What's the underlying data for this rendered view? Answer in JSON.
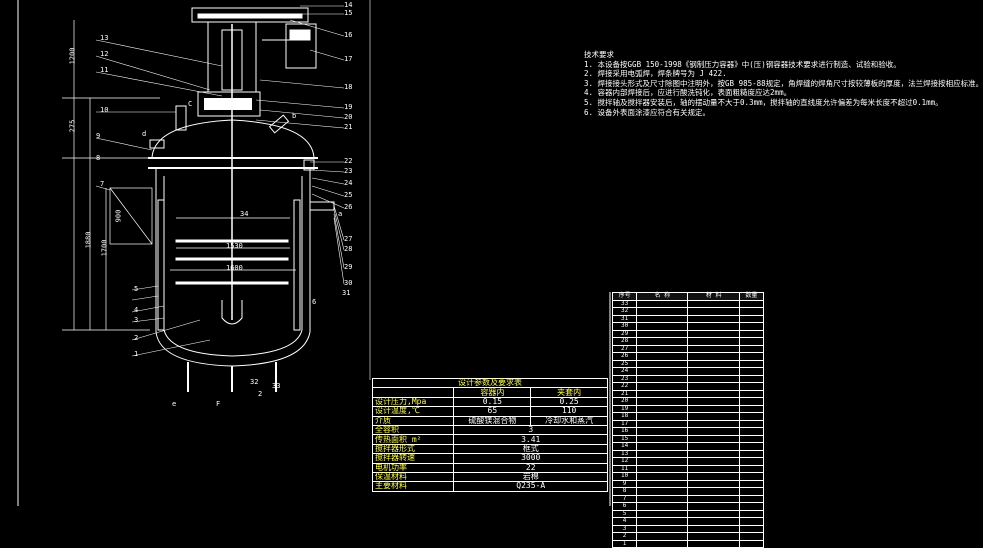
{
  "leaders": [
    "14",
    "15",
    "16",
    "17",
    "18",
    "19",
    "20",
    "21",
    "22",
    "23",
    "24",
    "25",
    "26",
    "27",
    "28",
    "29",
    "30",
    "31",
    "13",
    "12",
    "11",
    "10",
    "9",
    "8",
    "7",
    "6",
    "5",
    "4",
    "3",
    "2",
    "1",
    "32",
    "33"
  ],
  "labels": {
    "dim_1200": "1200",
    "dim_275": "275",
    "dim_1880": "1880",
    "dim_1700": "1700",
    "dim_900": "900",
    "dim_34": "34",
    "dim_1530": "1530",
    "dim_1600": "1600",
    "nozzle_c": "C",
    "nozzle_d": "d",
    "nozzle_b": "b",
    "nozzle_a": "a",
    "nozzle_e": "e",
    "nozzle_f": "F",
    "nozzle_2": "2"
  },
  "notes": {
    "title": "技术要求",
    "lines": [
      "1. 本设备按GGB 150-1998《钢制压力容器》中(压)钢容器技术要求进行制造、试验和验收。",
      "2. 焊接采用电弧焊，焊条牌号为 J 422.",
      "3. 焊接接头形式及尺寸除图中注明外，按GB 985-88规定，角焊缝的焊角尺寸按较薄板的厚度，法兰焊接按相应标准。",
      "4. 容器内部焊接后，应进行酸洗钝化，表面粗糙度应达2mm。",
      "5. 搅拌轴及搅拌器安装后，轴的摆动量不大于0.3mm，搅拌轴的直线度允许偏差为每米长度不超过0.1mm。",
      "6. 设备外表面涂漆应符合有关规定。"
    ]
  },
  "design_table": {
    "title": "设计参数及要求表",
    "headers": [
      "",
      "容器内",
      "夹套内"
    ],
    "rows": [
      [
        "设计压力,Mpa",
        "0.15",
        "0.25"
      ],
      [
        "设计温度,℃",
        "65",
        "110"
      ],
      [
        "介质",
        "硫酸镁混合物",
        "冷却水和蒸汽"
      ],
      [
        "全容积",
        "3",
        ""
      ],
      [
        "传热面积 m²",
        "3.41",
        ""
      ],
      [
        "搅拌器形式",
        "框式",
        ""
      ],
      [
        "搅拌器转速",
        "3000",
        ""
      ],
      [
        "电机功率",
        "22",
        ""
      ],
      [
        "保温材料",
        "岩棉",
        ""
      ],
      [
        "主要材料",
        "Q235-A",
        ""
      ]
    ]
  },
  "parts_table": {
    "headers": [
      "序号",
      "名 称",
      "材 料",
      "数量"
    ],
    "rows": [
      [
        "33",
        "",
        "",
        ""
      ],
      [
        "32",
        "",
        "",
        ""
      ],
      [
        "31",
        "",
        "",
        ""
      ],
      [
        "30",
        "",
        "",
        ""
      ],
      [
        "29",
        "",
        "",
        ""
      ],
      [
        "28",
        "",
        "",
        ""
      ],
      [
        "27",
        "",
        "",
        ""
      ],
      [
        "26",
        "",
        "",
        ""
      ],
      [
        "25",
        "",
        "",
        ""
      ],
      [
        "24",
        "",
        "",
        ""
      ],
      [
        "23",
        "",
        "",
        ""
      ],
      [
        "22",
        "",
        "",
        ""
      ],
      [
        "21",
        "",
        "",
        ""
      ],
      [
        "20",
        "",
        "",
        ""
      ],
      [
        "19",
        "",
        "",
        ""
      ],
      [
        "18",
        "",
        "",
        ""
      ],
      [
        "17",
        "",
        "",
        ""
      ],
      [
        "16",
        "",
        "",
        ""
      ],
      [
        "15",
        "",
        "",
        ""
      ],
      [
        "14",
        "",
        "",
        ""
      ],
      [
        "13",
        "",
        "",
        ""
      ],
      [
        "12",
        "",
        "",
        ""
      ],
      [
        "11",
        "",
        "",
        ""
      ],
      [
        "10",
        "",
        "",
        ""
      ],
      [
        "9",
        "",
        "",
        ""
      ],
      [
        "8",
        "",
        "",
        ""
      ],
      [
        "7",
        "",
        "",
        ""
      ],
      [
        "6",
        "",
        "",
        ""
      ],
      [
        "5",
        "",
        "",
        ""
      ],
      [
        "4",
        "",
        "",
        ""
      ],
      [
        "3",
        "",
        "",
        ""
      ],
      [
        "2",
        "",
        "",
        ""
      ],
      [
        "1",
        "",
        "",
        ""
      ]
    ]
  },
  "colors": {
    "background": "#000000",
    "line": "#ffffff",
    "highlight": "#ffff44",
    "label": "#ffffff"
  }
}
